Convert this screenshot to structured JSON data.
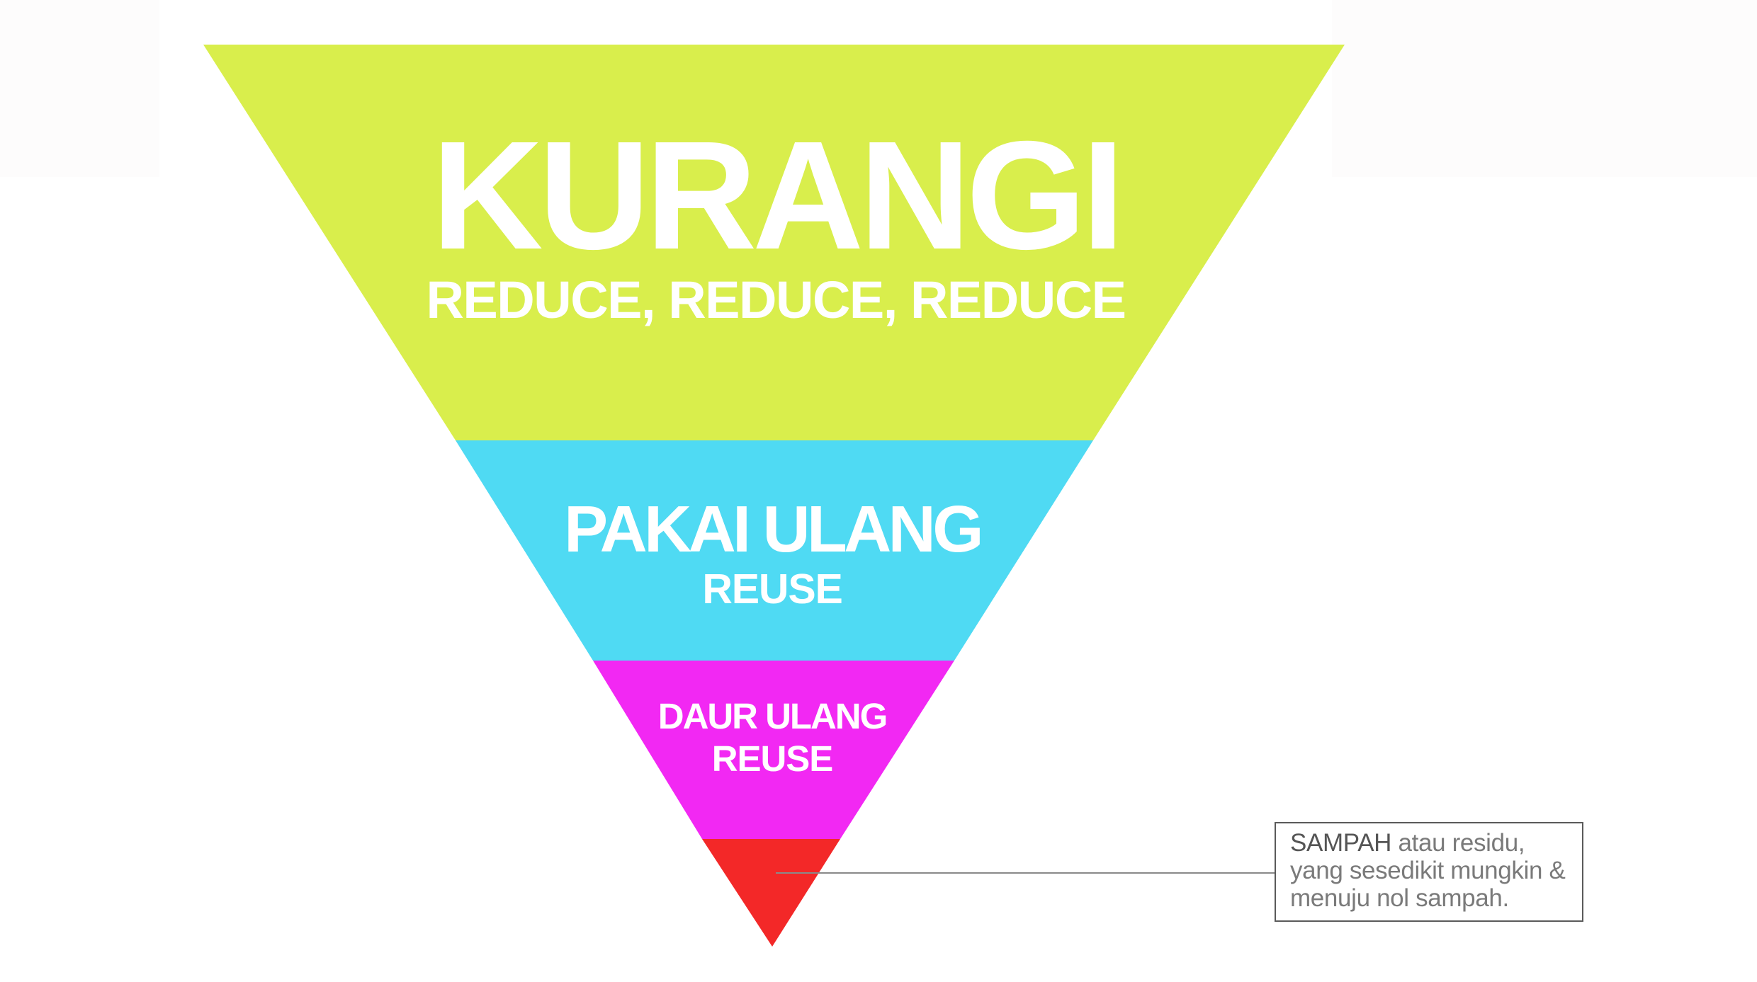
{
  "diagram": {
    "tiers": [
      {
        "title": "KURANGI",
        "subtitle": "REDUCE, REDUCE, REDUCE",
        "color": "#d9ee4c"
      },
      {
        "title": "PAKAI ULANG",
        "subtitle": "REUSE",
        "color": "#4fdaf3"
      },
      {
        "title": "DAUR ULANG",
        "subtitle": "REUSE",
        "color": "#f228f3"
      },
      {
        "title": "",
        "subtitle": "",
        "color": "#f32828"
      }
    ],
    "callout": {
      "emphasis": "SAMPAH",
      "line1_rest": " atau residu,",
      "line2": "yang sesedikit mungkin &",
      "line3": "menuju nol sampah."
    }
  }
}
